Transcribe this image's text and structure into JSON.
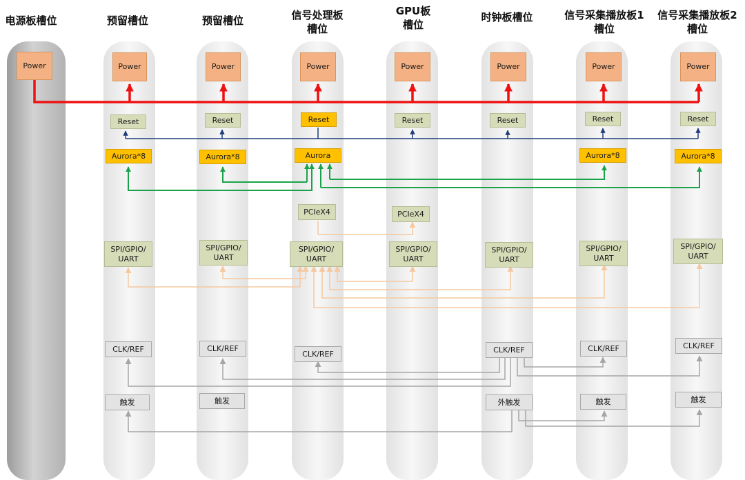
{
  "headers": {
    "power_slot": "电源板槽位",
    "reserved_1": "预留槽位",
    "reserved_2": "预留槽位",
    "signal_processing": "信号处理板\n槽位",
    "gpu": "GPU板\n槽位",
    "clock": "时钟板槽位",
    "acquisition_1": "信号采集播放板1\n槽位",
    "acquisition_2": "信号采集播放板2\n槽位"
  },
  "labels": {
    "power": "Power",
    "reset": "Reset",
    "aurora_x8": "Aurora*8",
    "aurora": "Aurora",
    "pcie": "PCIeX4",
    "spi": "SPI/GPIO/\nUART",
    "clk": "CLK/REF",
    "trigger": "触发",
    "ext_trigger": "外触发"
  },
  "colors": {
    "power_line": "#ee1111",
    "reset_line": "#1f3d7a",
    "aurora_line": "#1aa34a",
    "pcie_line": "#f6c8a0",
    "spi_line": "#f6c8a0",
    "clk_line": "#a6a6a6",
    "trigger_line": "#a6a6a6"
  }
}
